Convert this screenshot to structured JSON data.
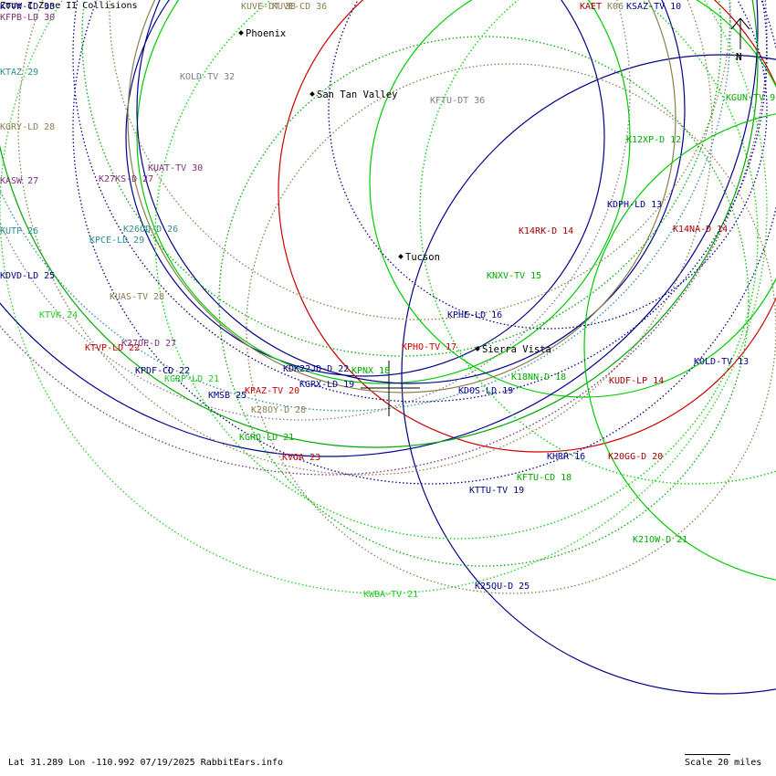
{
  "header": {
    "zones": "Zone I   Zone II  Collisions"
  },
  "footer": {
    "coords": "Lat 31.289 Lon -110.992 07/19/2025 RabbitEars.info",
    "scale": "Scale 20 miles"
  },
  "north": "N",
  "colors": {
    "blue": "#00008b",
    "green": "#00cc00",
    "olive": "#8b7d50",
    "darkred": "#a00000",
    "red": "#cc0000",
    "teal": "#2f8f8f",
    "purple": "#7b2f7b",
    "navy": "#000080",
    "gray": "#808080",
    "lime": "#22cc22"
  },
  "cities": [
    {
      "name": "Phoenix"
    },
    {
      "name": "San Tan Valley"
    },
    {
      "name": "Tucson"
    },
    {
      "name": "Sierra Vista"
    }
  ],
  "stations": [
    {
      "call": "KTVW-CD 33",
      "color": "#00008b"
    },
    {
      "call": "KFPB-LD 30",
      "color": "#7b2f7b"
    },
    {
      "call": "KTAZ 29",
      "color": "#2f8f8f"
    },
    {
      "call": "KGRY-LD 28",
      "color": "#8b7d50"
    },
    {
      "call": "KASW 27",
      "color": "#7b2f7b"
    },
    {
      "call": "KUTP 26",
      "color": "#2f8f8f"
    },
    {
      "call": "KDVD-LD 25",
      "color": "#000080"
    },
    {
      "call": "KTVK 24",
      "color": "#22cc22"
    },
    {
      "call": "KTVP-LD 22",
      "color": "#cc0000"
    },
    {
      "call": "KPDF-CD 22",
      "color": "#000080"
    },
    {
      "call": "KGRP-LD 21",
      "color": "#22cc22"
    },
    {
      "call": "KMSB 25",
      "color": "#000080"
    },
    {
      "call": "KPAZ-TV 20",
      "color": "#cc0000"
    },
    {
      "call": "K28OY-D 28",
      "color": "#8b7d50"
    },
    {
      "call": "KGRQ-LD 21",
      "color": "#00aa00"
    },
    {
      "call": "KVOA 23",
      "color": "#cc0000"
    },
    {
      "call": "KUVE-DT 38",
      "color": "#8b7d50"
    },
    {
      "call": "KUVE-CD 36",
      "color": "#8b7d50"
    },
    {
      "call": "KOLD-TV 32",
      "color": "#808080"
    },
    {
      "call": "KFTU-DT 36",
      "color": "#808080"
    },
    {
      "call": "K27KS-D 27",
      "color": "#7b2f7b"
    },
    {
      "call": "KUAT-TV 30",
      "color": "#7b2f7b"
    },
    {
      "call": "K26OD-D 26",
      "color": "#2f8f8f"
    },
    {
      "call": "KPCE-LD 29",
      "color": "#2f8f8f"
    },
    {
      "call": "KUAS-TV 28",
      "color": "#8b7d50"
    },
    {
      "call": "K27OP-D 27",
      "color": "#7b2f7b"
    },
    {
      "call": "KDK22JD-D 22",
      "color": "#00008b"
    },
    {
      "call": "KPNX 18",
      "color": "#00aa00"
    },
    {
      "call": "KGRX-LD 19",
      "color": "#00008b"
    },
    {
      "call": "KPHO-TV 17",
      "color": "#cc0000"
    },
    {
      "call": "KPHE-LD 16",
      "color": "#00008b"
    },
    {
      "call": "KNXV-TV 15",
      "color": "#00aa00"
    },
    {
      "call": "K14RK-D 14",
      "color": "#a00000"
    },
    {
      "call": "K18NN-D 18",
      "color": "#00aa00"
    },
    {
      "call": "KDOS-LD 19",
      "color": "#00008b"
    },
    {
      "call": "KAET",
      "color": "#a00000"
    },
    {
      "call": "K06",
      "color": "#8b7d50"
    },
    {
      "call": "KSAZ-TV 10",
      "color": "#00008b"
    },
    {
      "call": "KGUN-TV 9",
      "color": "#00aa00"
    },
    {
      "call": "K12XP-D 12",
      "color": "#00aa00"
    },
    {
      "call": "KDPH-LD 13",
      "color": "#00008b"
    },
    {
      "call": "K14NA-D 14",
      "color": "#a00000"
    },
    {
      "call": "KOLD-TV 13",
      "color": "#00008b"
    },
    {
      "call": "KUDF-LP 14",
      "color": "#a00000"
    },
    {
      "call": "KHRR 16",
      "color": "#00008b"
    },
    {
      "call": "K20GG-D 20",
      "color": "#a00000"
    },
    {
      "call": "KFTU-CD 18",
      "color": "#00aa00"
    },
    {
      "call": "KTTU-TV 19",
      "color": "#00008b"
    },
    {
      "call": "K21OW-D 21",
      "color": "#00aa00"
    },
    {
      "call": "K25QU-D 25",
      "color": "#00008b"
    },
    {
      "call": "KWBA-TV 21",
      "color": "#22cc22"
    }
  ]
}
